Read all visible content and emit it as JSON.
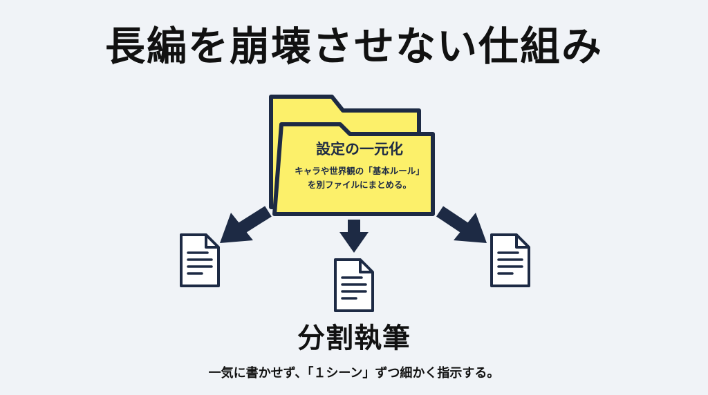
{
  "title": "長編を崩壊させない仕組み",
  "folder": {
    "heading": "設定の一元化",
    "body_line1": "キャラや世界観の「基本ルール」",
    "body_line2": "を別ファイルにまとめる。",
    "fill_color": "#fcf06a",
    "outline_color": "#1d2a44",
    "icon": "folder-icon"
  },
  "documents": {
    "icon": "document-icon",
    "count_shown": 3
  },
  "bottom": {
    "heading": "分割執筆",
    "caption": "一気に書かせず、「１シーン」ずつ細かく指示する。"
  },
  "colors": {
    "background": "#f0f3f7",
    "accent_dark": "#1d2a44"
  }
}
